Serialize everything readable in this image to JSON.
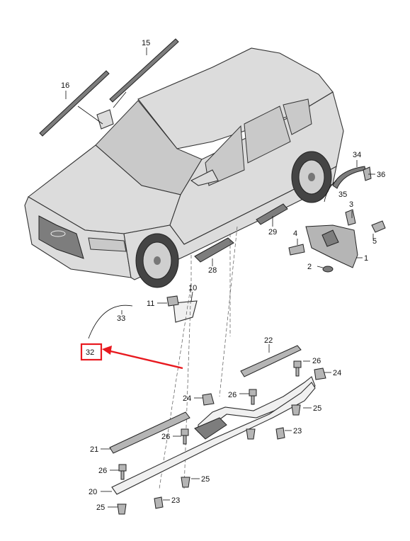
{
  "diagram": {
    "labels": {
      "p1": "1",
      "p2": "2",
      "p3": "3",
      "p4": "4",
      "p5": "5",
      "p10": "10",
      "p11": "11",
      "p15": "15",
      "p16": "16",
      "p20": "20",
      "p21": "21",
      "p22": "22",
      "p23a": "23",
      "p23b": "23",
      "p24a": "24",
      "p24b": "24",
      "p25a": "25",
      "p25b": "25",
      "p25c": "25",
      "p26a": "26",
      "p26b": "26",
      "p26c": "26",
      "p26d": "26",
      "p28": "28",
      "p29": "29",
      "p32": "32",
      "p33": "33",
      "p34": "34",
      "p35": "35",
      "p36": "36"
    },
    "highlight_color": "#e8191f"
  }
}
